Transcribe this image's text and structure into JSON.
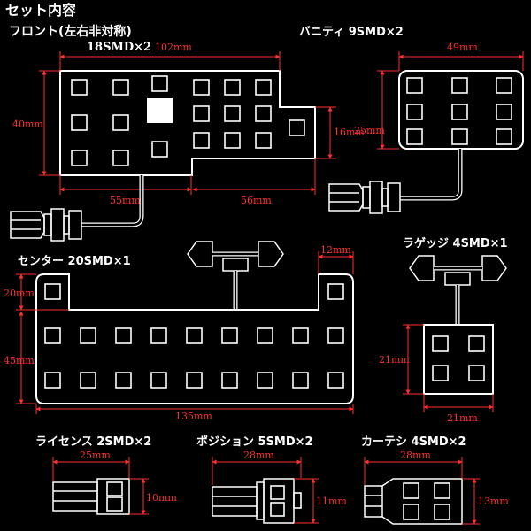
{
  "header": {
    "title": "セット内容"
  },
  "front": {
    "title": "フロント(左右非対称)",
    "subtitle": "18SMD×2",
    "dim_width": "102mm",
    "dim_height": "40mm",
    "dim_right_height": "16mm",
    "dim_left_bottom": "55mm",
    "dim_right_bottom": "56mm"
  },
  "vanity": {
    "title": "バニティ 9SMD×2",
    "dim_width": "49mm",
    "dim_height": "25mm"
  },
  "center": {
    "title": "センター 20SMD×1",
    "dim_top_right": "12mm",
    "dim_top_left": "20mm",
    "dim_height": "45mm",
    "dim_width": "135mm"
  },
  "luggage": {
    "title": "ラゲッジ 4SMD×1",
    "dim_height": "21mm",
    "dim_width": "21mm"
  },
  "license": {
    "title": "ライセンス 2SMD×2",
    "dim_width": "25mm",
    "dim_height": "10mm"
  },
  "position": {
    "title": "ポジション 5SMD×2",
    "dim_width": "28mm",
    "dim_height": "11mm"
  },
  "courtesy": {
    "title": "カーテシ 4SMD×2",
    "dim_width": "28mm",
    "dim_height": "13mm"
  },
  "colors": {
    "background": "#000000",
    "outline": "#ffffff",
    "dimension": "#ff3030"
  }
}
